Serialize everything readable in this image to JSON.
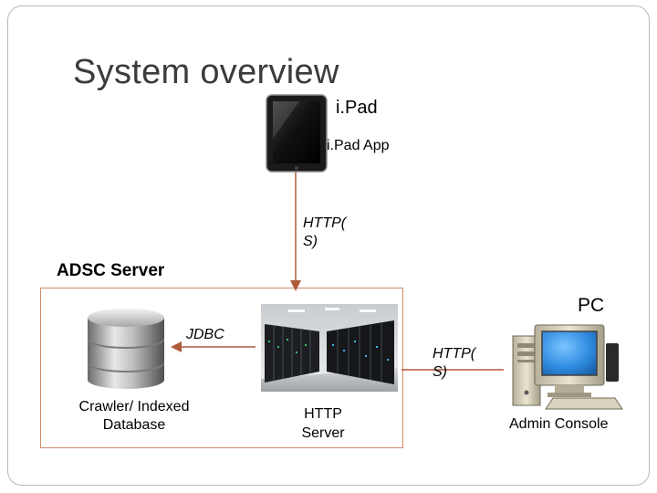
{
  "slide": {
    "title": "System overview"
  },
  "nodes": {
    "ipad": {
      "label": "i.Pad",
      "app_label": "i.Pad App"
    },
    "server": {
      "label": "ADSC Server"
    },
    "database": {
      "label": "Crawler/ Indexed Database"
    },
    "http_server": {
      "label": "HTTP Server"
    },
    "pc": {
      "label": "PC",
      "console_label": "Admin Console"
    }
  },
  "connections": {
    "ipad_to_server": {
      "label": "HTTP(\nS)"
    },
    "db_to_server": {
      "label": "JDBC"
    },
    "pc_to_server": {
      "label": "HTTP(\nS)"
    }
  },
  "colors": {
    "connector": "#b05a3c",
    "server_box_border": "#d08a6c",
    "title_text": "#3b3b3b",
    "monitor_screen": "#2f8be0"
  }
}
